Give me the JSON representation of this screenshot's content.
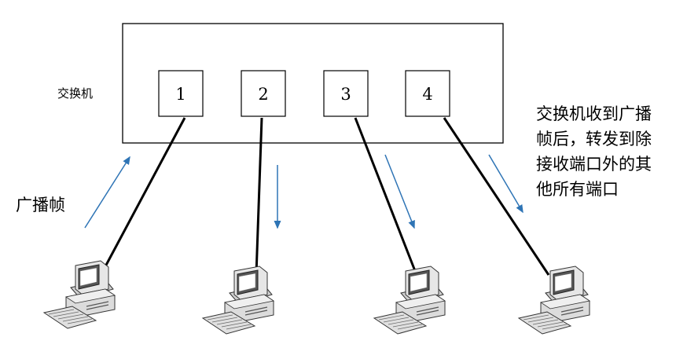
{
  "switch": {
    "label": "交换机"
  },
  "ports": [
    {
      "label": "1"
    },
    {
      "label": "2"
    },
    {
      "label": "3"
    },
    {
      "label": "4"
    }
  ],
  "broadcast_label": "广播帧",
  "note_lines": [
    "交换机收到广播",
    "帧后，转发到除",
    "接收端口外的其",
    "他所有端口"
  ],
  "colors": {
    "arrow": "#2e74b5",
    "line": "#000000",
    "computer_body": "#dcdcdc",
    "computer_dark": "#505050"
  },
  "icons": [
    "desktop-computer-icon",
    "desktop-computer-icon",
    "desktop-computer-icon",
    "desktop-computer-icon"
  ]
}
